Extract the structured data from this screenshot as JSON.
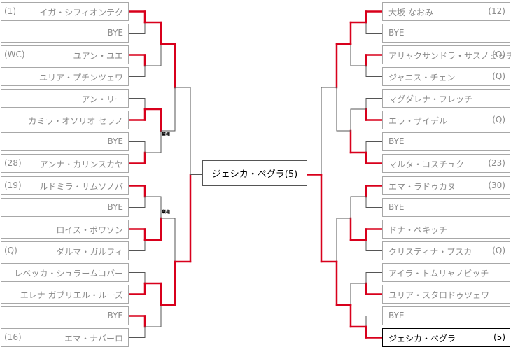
{
  "champion": "ジェシカ・ペグラ(5)",
  "notes": [
    "棄権",
    "棄権"
  ],
  "left": [
    {
      "seed": "(1)",
      "name": "イガ・シフィオンテク"
    },
    {
      "seed": "",
      "name": "BYE"
    },
    {
      "seed": "(WC)",
      "name": "ユアン・ユエ"
    },
    {
      "seed": "",
      "name": "ユリア・プチンツェワ"
    },
    {
      "seed": "",
      "name": "アン・リー"
    },
    {
      "seed": "",
      "name": "カミラ・オソリオ セラノ"
    },
    {
      "seed": "",
      "name": "BYE"
    },
    {
      "seed": "(28)",
      "name": "アンナ・カリンスカヤ"
    },
    {
      "seed": "(19)",
      "name": "ルドミラ・サムソノバ"
    },
    {
      "seed": "",
      "name": "BYE"
    },
    {
      "seed": "",
      "name": "ロイス・ボワソン"
    },
    {
      "seed": "(Q)",
      "name": "ダルマ・ガルフィ"
    },
    {
      "seed": "",
      "name": "レベッカ・シュラームコバー"
    },
    {
      "seed": "",
      "name": "エレナ ガブリエル・ルーズ"
    },
    {
      "seed": "",
      "name": "BYE"
    },
    {
      "seed": "(16)",
      "name": "エマ・ナバーロ"
    }
  ],
  "right": [
    {
      "seed": "(12)",
      "name": "大坂 なおみ"
    },
    {
      "seed": "",
      "name": "BYE"
    },
    {
      "seed": "(Q)",
      "name": "アリャクサンドラ・サスノビッチ"
    },
    {
      "seed": "(Q)",
      "name": "ジャニス・チェン"
    },
    {
      "seed": "",
      "name": "マグダレナ・フレッチ"
    },
    {
      "seed": "(Q)",
      "name": "エラ・ザイデル"
    },
    {
      "seed": "",
      "name": "BYE"
    },
    {
      "seed": "(23)",
      "name": "マルタ・コスチュク"
    },
    {
      "seed": "(30)",
      "name": "エマ・ラドゥカヌ"
    },
    {
      "seed": "",
      "name": "BYE"
    },
    {
      "seed": "",
      "name": "ドナ・ベキッチ"
    },
    {
      "seed": "(Q)",
      "name": "クリスティナ・ブスカ"
    },
    {
      "seed": "",
      "name": "アイラ・トムリャノビッチ"
    },
    {
      "seed": "",
      "name": "ユリア・スタロドゥツェワ"
    },
    {
      "seed": "",
      "name": "BYE"
    },
    {
      "seed": "(5)",
      "name": "ジェシカ・ペグラ"
    }
  ],
  "colors": {
    "win": "#d8001c",
    "lose": "#555555",
    "border": "#a8a8a8"
  }
}
